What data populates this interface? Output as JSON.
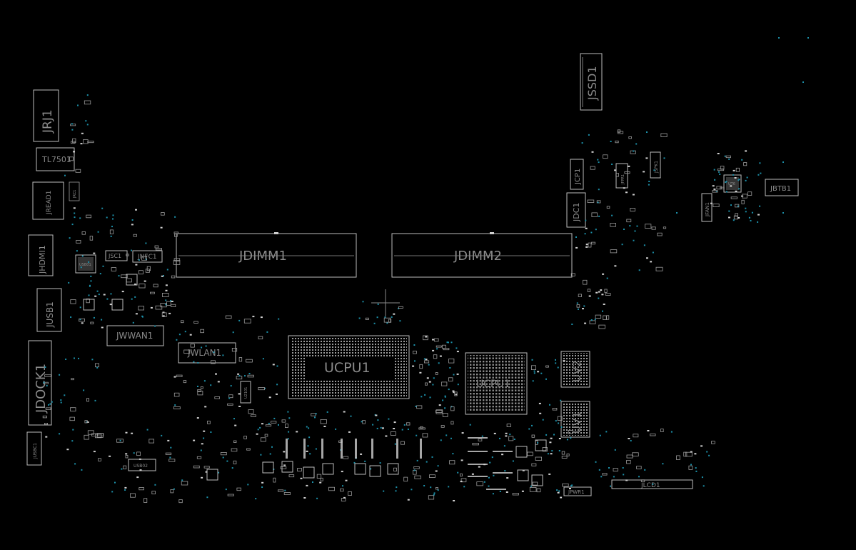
{
  "viewer": {
    "background": "#000000",
    "outline_color": "#bdbdbd",
    "via_color": "#1c8fa8"
  },
  "components": {
    "jrj1": "JRJ1",
    "tl7501": "TL7501",
    "jread1": "JREAD1",
    "jhdmi1": "JHDMI1",
    "jusb1": "JUSB1",
    "jdock1": "JDOCK1",
    "jusbc1": "JUSBC1",
    "jsc1": "JSC1",
    "jnfc1": "JNFC1",
    "usb01": "USB01",
    "jwwan1": "JWWAN1",
    "jwlan1": "JWLAN1",
    "jdimm1": "JDIMM1",
    "jdimm2": "JDIMM2",
    "ucpu1_main": "UCPU1",
    "ucpu1_small": "UCPU1",
    "uv2": "UV2",
    "uv1": "UV1",
    "jssd1": "JSSD1",
    "jcp1": "JCP1",
    "jdc1": "JDC1",
    "jspk1": "JSPK1",
    "jfpr1": "JFPR1",
    "jfan1": "JFAN1",
    "ut6": "UT6",
    "jbtb1": "JBTB1",
    "jlcd1": "JLCD1",
    "jpwr1": "JPWR1",
    "usb02": "USB02",
    "u2101": "U2101",
    "jrc1": "JRC1"
  }
}
